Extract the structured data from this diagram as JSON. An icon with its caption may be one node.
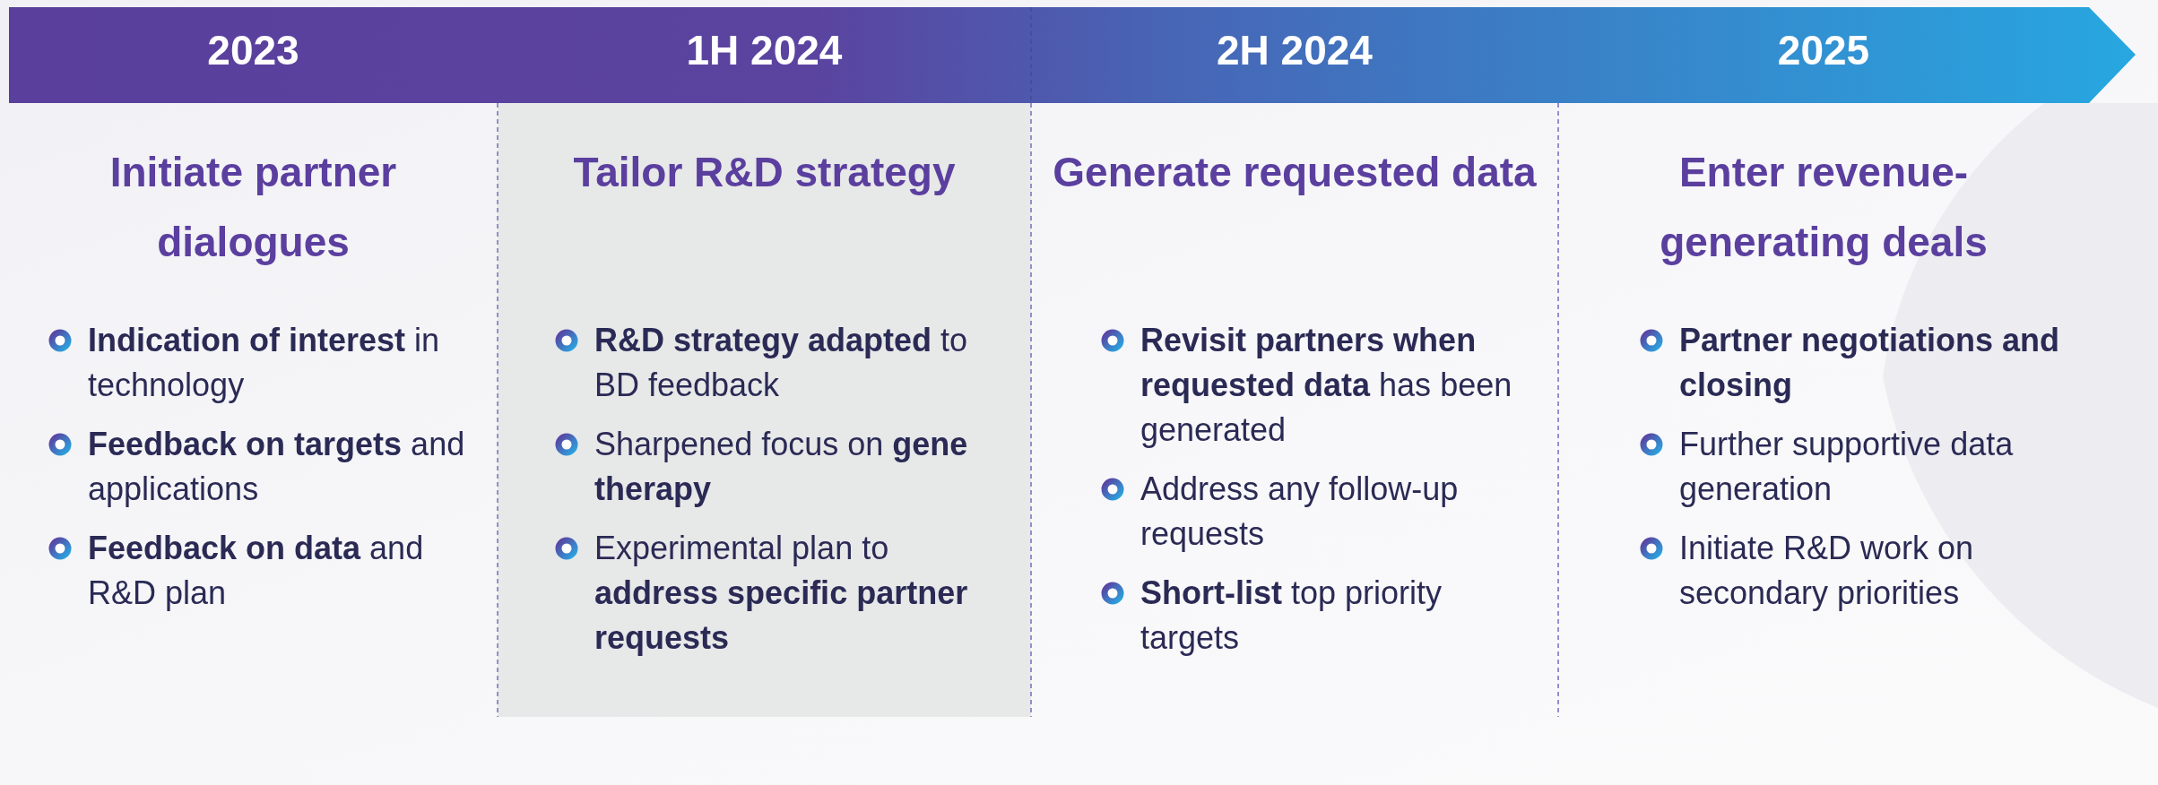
{
  "diagram": {
    "nodes": [
      {
        "text": [
          "2023",
          "1H 2024",
          "2H 2024",
          "2025"
        ]
      },
      {
        "text": [
          "Initiate partner dialogues",
          "**Indication of interest** in technology",
          "**Feedback on targets** and applications",
          "**Feedback on data** and R&D plan"
        ]
      },
      {
        "text": [
          "Tailor R&D strategy",
          "**R&D strategy adapted** to BD feedback",
          "Sharpened focus on **gene therapy**",
          "Experimental plan to **address specific partner requests**"
        ]
      },
      {
        "text": [
          "Generate requested data",
          "**Revisit partners when requested data** has been generated",
          "Address any follow-up requests",
          "**Short-list** top priority targets"
        ]
      },
      {
        "text": [
          "Enter revenue-generating deals",
          "**Partner negotiations and closing**",
          "Further supportive data generation",
          "Initiate R&D work on secondary priorities"
        ]
      }
    ]
  }
}
